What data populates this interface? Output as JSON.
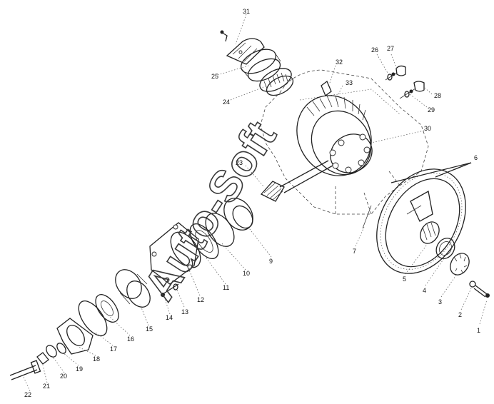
{
  "diagram": {
    "watermark": "Auto-Soft",
    "callouts": [
      {
        "id": "c31",
        "label": "31"
      },
      {
        "id": "c25",
        "label": "25"
      },
      {
        "id": "c24",
        "label": "24"
      },
      {
        "id": "c32",
        "label": "32"
      },
      {
        "id": "c33",
        "label": "33"
      },
      {
        "id": "c26",
        "label": "26"
      },
      {
        "id": "c27",
        "label": "27"
      },
      {
        "id": "c28",
        "label": "28"
      },
      {
        "id": "c29",
        "label": "29"
      },
      {
        "id": "c30",
        "label": "30"
      },
      {
        "id": "c23",
        "label": "23"
      },
      {
        "id": "c6",
        "label": "6"
      },
      {
        "id": "c7",
        "label": "7"
      },
      {
        "id": "c9",
        "label": "9"
      },
      {
        "id": "c10",
        "label": "10"
      },
      {
        "id": "c11",
        "label": "11"
      },
      {
        "id": "c12",
        "label": "12"
      },
      {
        "id": "c13",
        "label": "13"
      },
      {
        "id": "c14",
        "label": "14"
      },
      {
        "id": "c15",
        "label": "15"
      },
      {
        "id": "c16",
        "label": "16"
      },
      {
        "id": "c17",
        "label": "17"
      },
      {
        "id": "c18",
        "label": "18"
      },
      {
        "id": "c19",
        "label": "19"
      },
      {
        "id": "c20",
        "label": "20"
      },
      {
        "id": "c21",
        "label": "21"
      },
      {
        "id": "c22",
        "label": "22"
      },
      {
        "id": "c5",
        "label": "5"
      },
      {
        "id": "c4",
        "label": "4"
      },
      {
        "id": "c3",
        "label": "3"
      },
      {
        "id": "c2",
        "label": "2"
      },
      {
        "id": "c1",
        "label": "1"
      }
    ]
  }
}
